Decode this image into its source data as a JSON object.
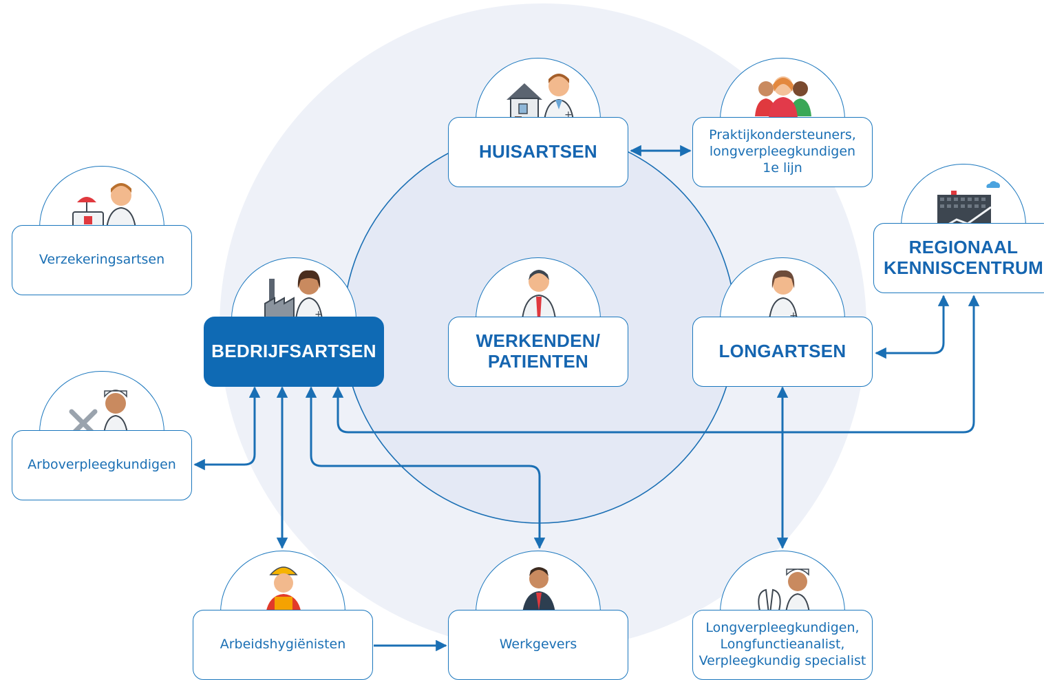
{
  "colors": {
    "accent": "#1976bd",
    "background_circle": "#eef1f8",
    "filled_node": "#0f6ab4"
  },
  "nodes": {
    "huisartsen": {
      "label": "HUISARTSEN",
      "icon": "gp-house-doctor-icon"
    },
    "praktijk": {
      "label": "Praktijkondersteuners,\nlongverpleegkundigen\n1e lijn",
      "icon": "group-people-icon"
    },
    "verzekeringsartsen": {
      "label": "Verzekeringsartsen",
      "icon": "insurance-doctor-icon"
    },
    "regionaal": {
      "label": "REGIONAAL\nKENNISCENTRUM",
      "icon": "building-icon"
    },
    "bedrijfsartsen": {
      "label": "BEDRIJFSARTSEN",
      "icon": "factory-doctor-icon"
    },
    "werkenden": {
      "label": "WERKENDEN/\nPATIENTEN",
      "icon": "worker-icon"
    },
    "longartsen": {
      "label": "LONGARTSEN",
      "icon": "lung-doctor-icon"
    },
    "arboverpleegkundigen": {
      "label": "Arboverpleegkundigen",
      "icon": "nurse-tools-icon"
    },
    "arbeidshygienisten": {
      "label": "Arbeidshygiënisten",
      "icon": "construction-worker-icon"
    },
    "werkgevers": {
      "label": "Werkgevers",
      "icon": "employer-icon"
    },
    "longverpleegkundigen": {
      "label": "Longverpleegkundigen,\nLongfunctieanalist,\nVerpleegkundig specialist",
      "icon": "lung-nurse-icon"
    }
  }
}
